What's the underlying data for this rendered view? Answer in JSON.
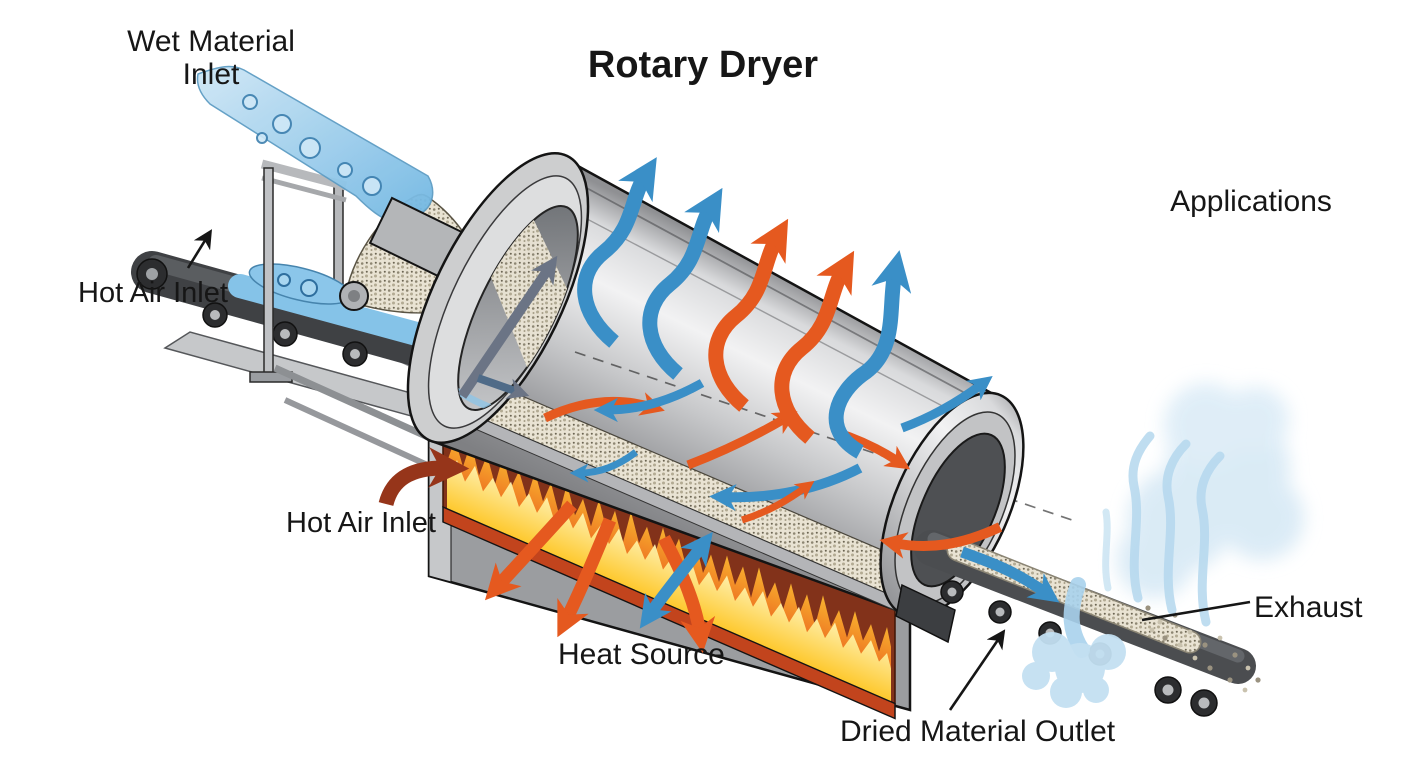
{
  "title": "Rotary Dryer",
  "heading_right": "Applications",
  "labels": {
    "wet_material_inlet_line1": "Wet Material",
    "wet_material_inlet_line2": "Inlet",
    "hot_air_inlet_conveyor": "Hot Air Inlet",
    "hot_air_inlet_firebox": "Hot Air Inlet",
    "heat_source": "Heat Source",
    "dried_material_outlet": "Dried Material Outlet",
    "exhaust": "Exhaust"
  },
  "colors": {
    "vapor_blue": "#3a8fc7",
    "hot_air_orange": "#e5591f",
    "hot_air_dark_red": "#96351a",
    "flame_yellow": "#ffd02e",
    "flame_orange": "#f6881f",
    "firebox_rim_red": "#c2441d",
    "firebox_interior": "#82321a",
    "steel_light": "#f2f2f3",
    "steel_dark": "#7f8083",
    "water_blue": "#7fc0e6",
    "steam_blue": "#d7e9f5",
    "label_text": "#161616"
  }
}
